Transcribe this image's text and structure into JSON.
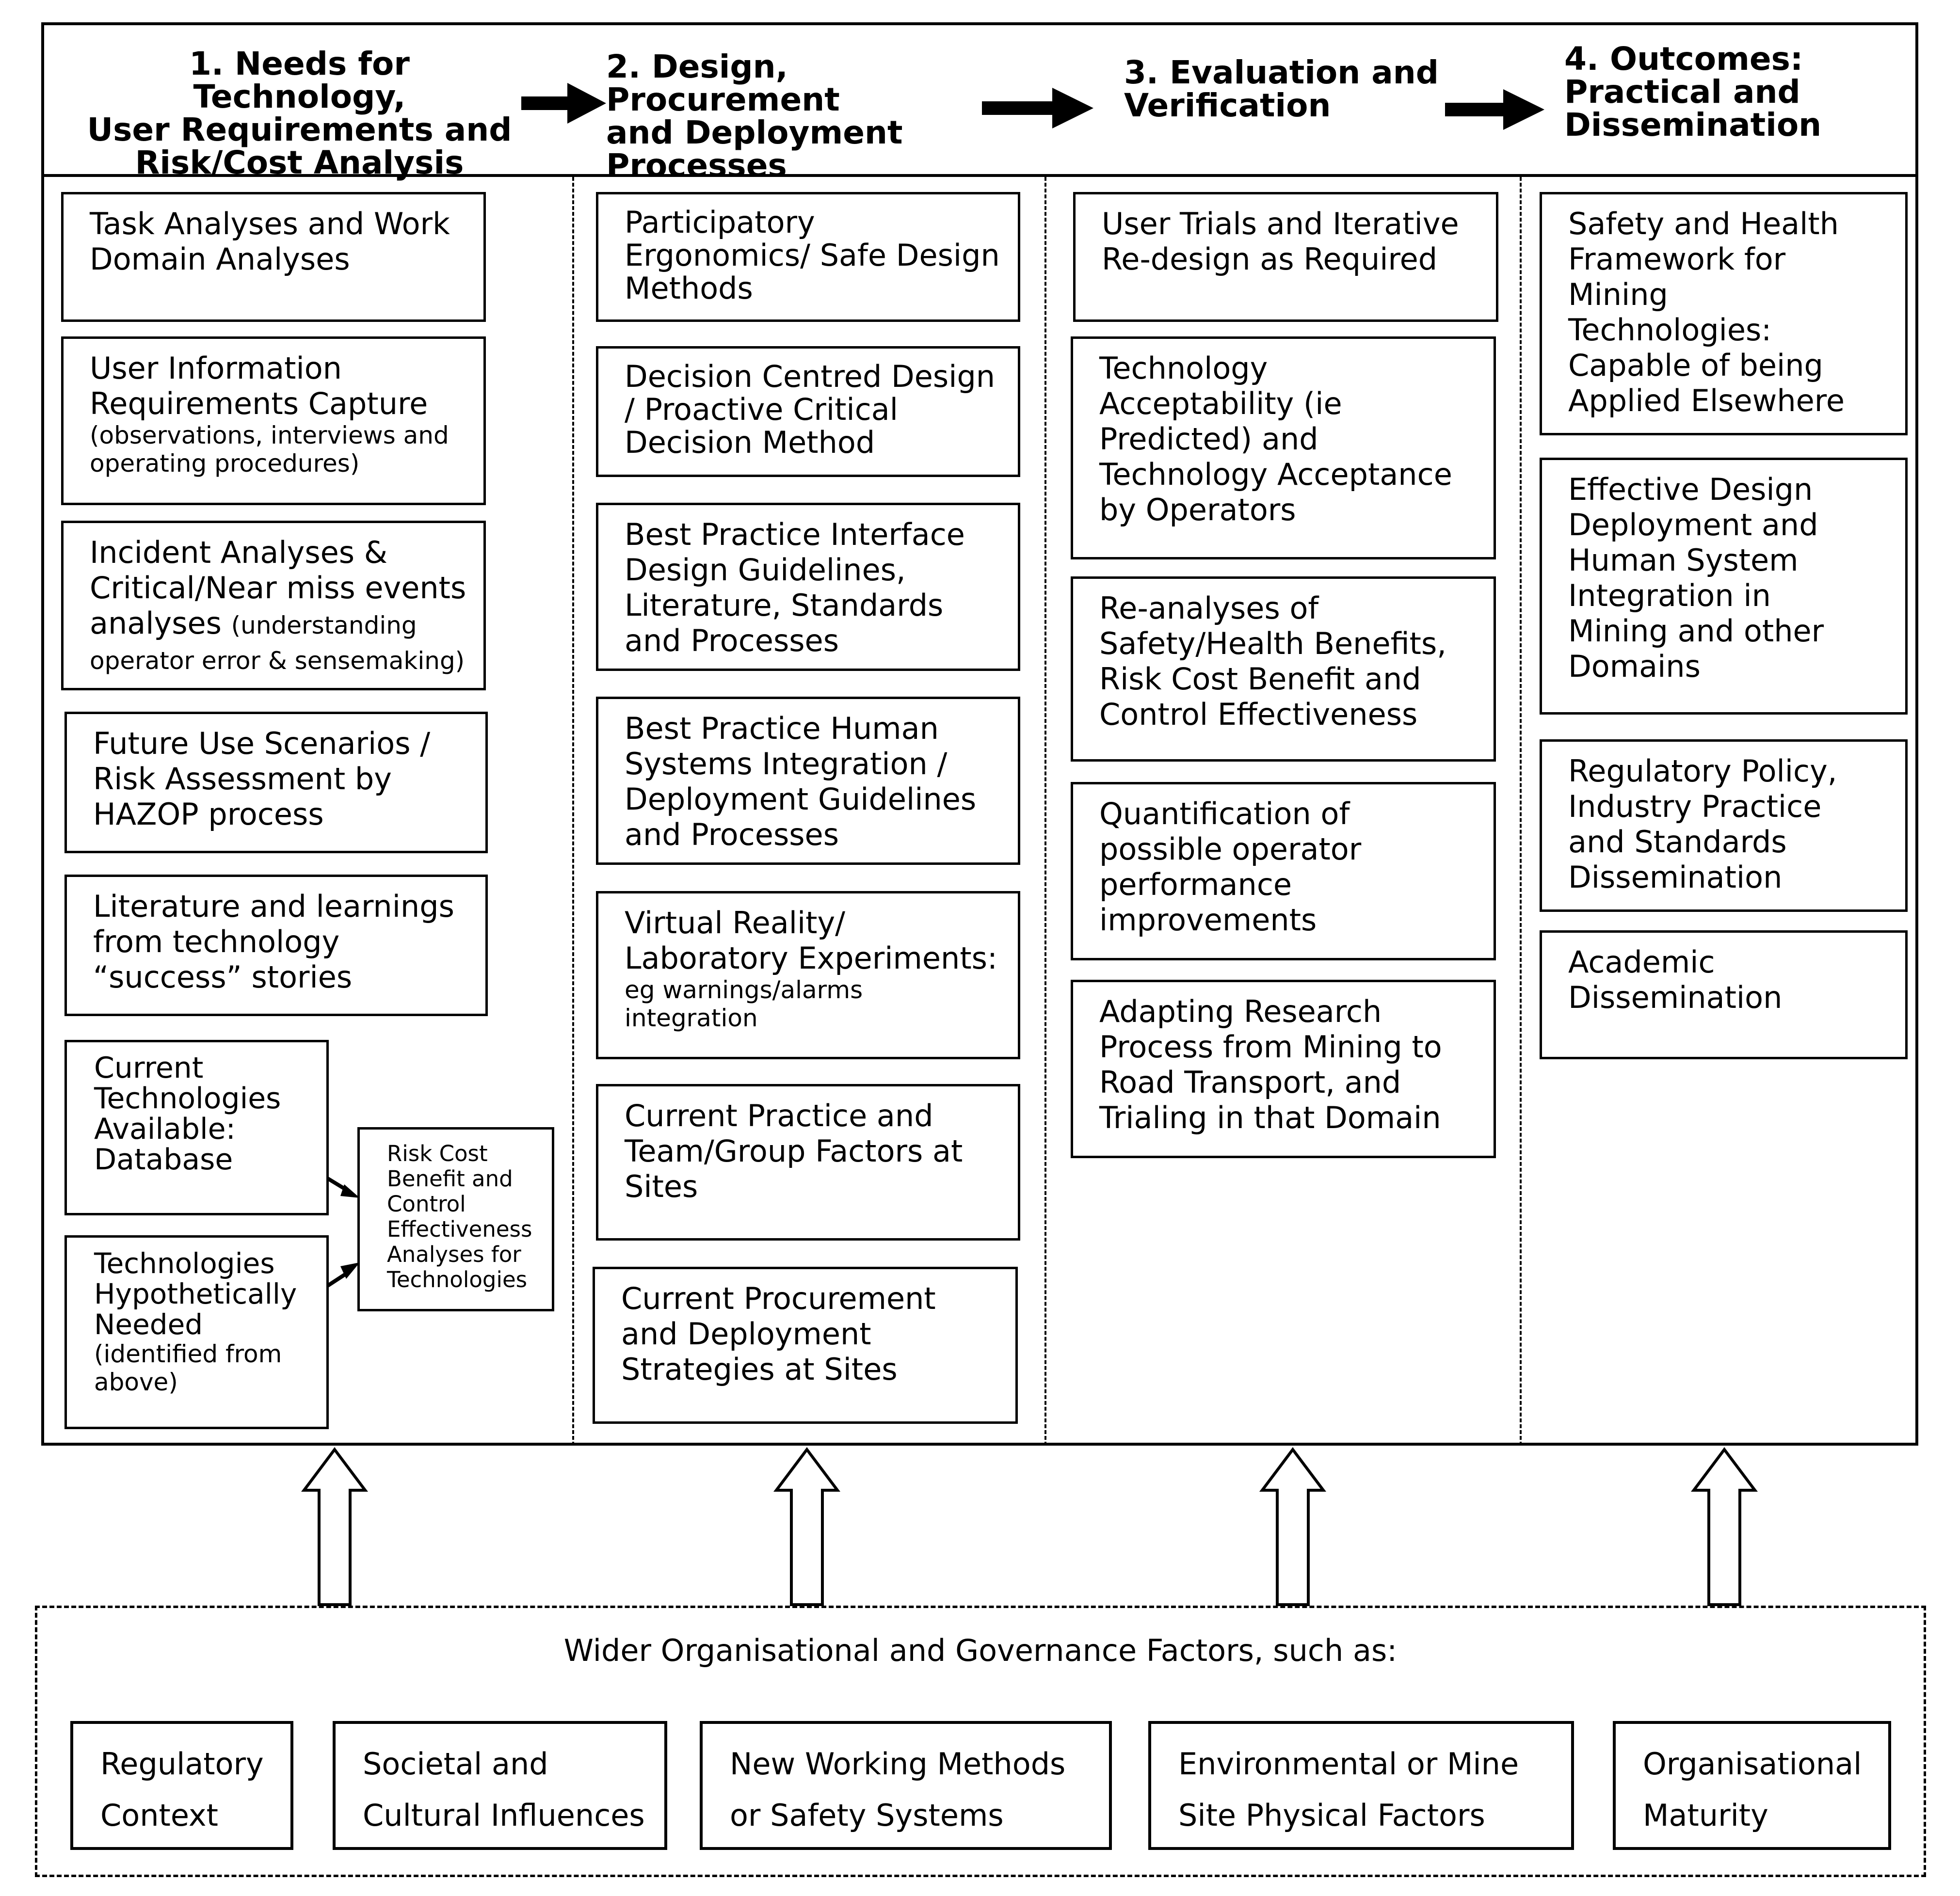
{
  "columns": [
    {
      "heading": "1. Needs for Technology,\nUser Requirements and\nRisk/Cost Analysis",
      "boxes": [
        {
          "title": "Task Analyses and Work\nDomain Analyses",
          "sub": ""
        },
        {
          "title": "User Information\nRequirements Capture",
          "sub": "(observations, interviews and\noperating procedures)"
        },
        {
          "title": "Incident Analyses &\nCritical/Near miss events\nanalyses",
          "sub": "(understanding\noperator error & sensemaking)"
        },
        {
          "title": "Future Use Scenarios /\nRisk Assessment by\nHAZOP process",
          "sub": ""
        },
        {
          "title": "Literature and learnings\nfrom technology\n“success” stories",
          "sub": ""
        },
        {
          "title": "Current\nTechnologies\nAvailable:\nDatabase",
          "sub": ""
        },
        {
          "title": "Technologies\nHypothetically\nNeeded",
          "sub": "(identified from\nabove)"
        }
      ],
      "side_box": "Risk Cost\nBenefit and\nControl\nEffectiveness\nAnalyses for\nTechnologies"
    },
    {
      "heading": "2. Design, Procurement\nand Deployment\nProcesses",
      "boxes": [
        {
          "title": "Participatory\nErgonomics/ Safe Design\nMethods",
          "sub": ""
        },
        {
          "title": "Decision Centred Design\n/ Proactive Critical\nDecision Method",
          "sub": ""
        },
        {
          "title": "Best Practice Interface\nDesign Guidelines,\nLiterature, Standards\nand Processes",
          "sub": ""
        },
        {
          "title": "Best Practice Human\nSystems Integration /\nDeployment Guidelines\nand Processes",
          "sub": ""
        },
        {
          "title": "Virtual Reality/\nLaboratory Experiments:",
          "sub": "eg warnings/alarms\nintegration"
        },
        {
          "title": "Current Practice and\nTeam/Group Factors at\nSites",
          "sub": ""
        },
        {
          "title": "Current Procurement\nand Deployment\nStrategies at Sites",
          "sub": ""
        }
      ]
    },
    {
      "heading": "3. Evaluation and\nVerification",
      "boxes": [
        {
          "title": "User Trials and Iterative\nRe-design as Required",
          "sub": ""
        },
        {
          "title": "Technology\nAcceptability (ie\nPredicted) and\nTechnology Acceptance\nby Operators",
          "sub": ""
        },
        {
          "title": "Re-analyses of\nSafety/Health Benefits,\nRisk Cost Benefit and\nControl Effectiveness",
          "sub": ""
        },
        {
          "title": "Quantification of\npossible operator\nperformance\nimprovements",
          "sub": ""
        },
        {
          "title": "Adapting Research\nProcess from Mining to\nRoad Transport, and\nTrialing in that Domain",
          "sub": ""
        }
      ]
    },
    {
      "heading": "4. Outcomes:\nPractical and\nDissemination",
      "boxes": [
        {
          "title": "Safety and Health\nFramework for\nMining\nTechnologies:\nCapable of being\nApplied Elsewhere",
          "sub": ""
        },
        {
          "title": "Effective Design\nDeployment and\nHuman System\nIntegration in\nMining and other\nDomains",
          "sub": ""
        },
        {
          "title": "Regulatory Policy,\nIndustry Practice\nand Standards\nDissemination",
          "sub": ""
        },
        {
          "title": "Academic\nDissemination",
          "sub": ""
        }
      ]
    }
  ],
  "wider_factors": {
    "title": "Wider Organisational and Governance Factors, such as:",
    "items": [
      "Regulatory\nContext",
      "Societal and\nCultural Influences",
      "New Working Methods\nor Safety Systems",
      "Environmental or Mine\nSite Physical Factors",
      "Organisational\nMaturity"
    ]
  }
}
